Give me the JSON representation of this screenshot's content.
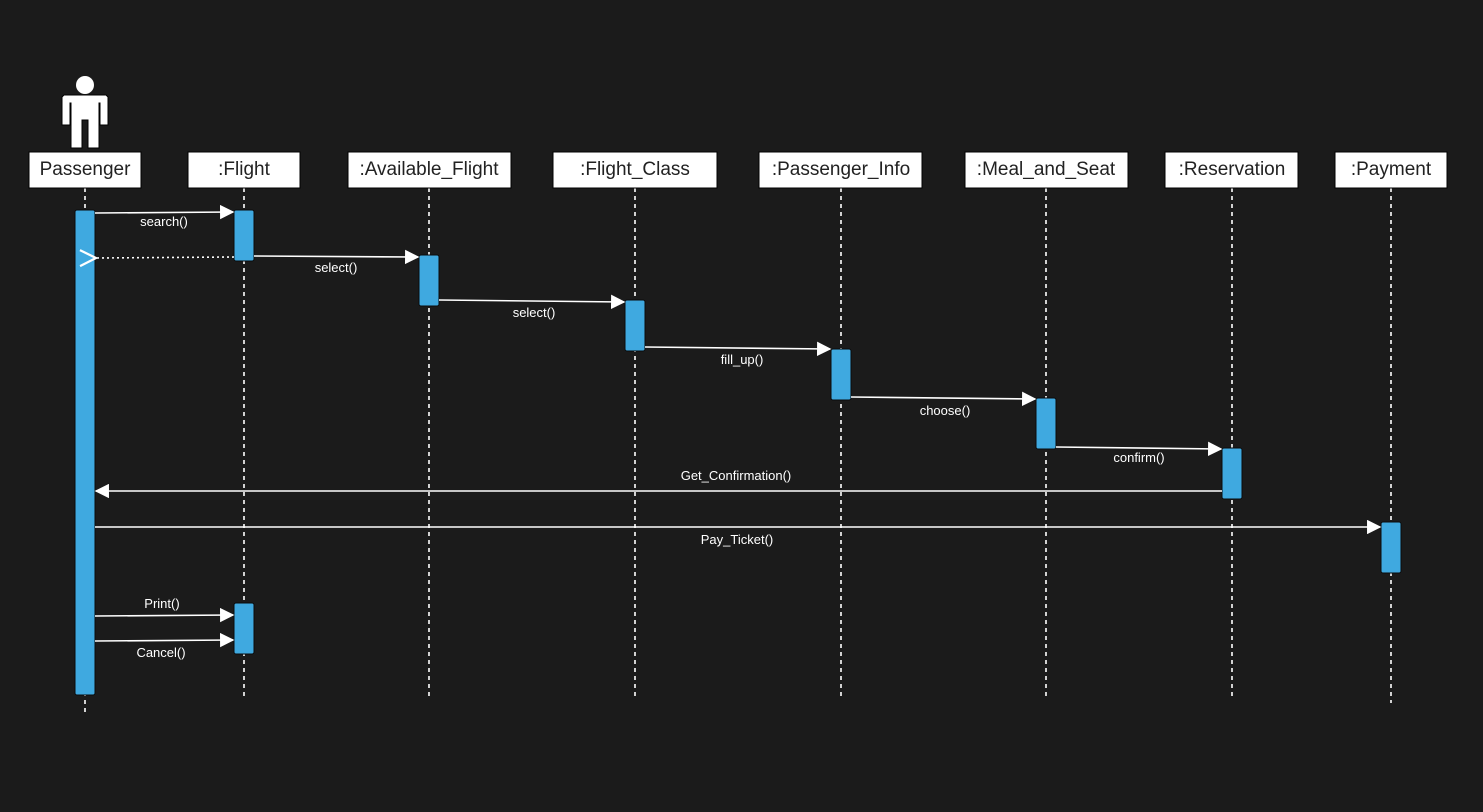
{
  "colors": {
    "background": "#1b1b1b",
    "box_fill": "#ffffff",
    "box_stroke": "#000000",
    "box_text": "#222222",
    "lifeline": "#ffffff",
    "activation_fill": "#3fa9e0",
    "activation_stroke": "#0b0b0b",
    "message": "#ffffff"
  },
  "actor": {
    "icon": "person-icon"
  },
  "participants": [
    {
      "id": "passenger",
      "label": "Passenger"
    },
    {
      "id": "flight",
      "label": ":Flight"
    },
    {
      "id": "available_flight",
      "label": ":Available_Flight"
    },
    {
      "id": "flight_class",
      "label": ":Flight_Class"
    },
    {
      "id": "passenger_info",
      "label": ":Passenger_Info"
    },
    {
      "id": "meal_and_seat",
      "label": ":Meal_and_Seat"
    },
    {
      "id": "reservation",
      "label": ":Reservation"
    },
    {
      "id": "payment",
      "label": ":Payment"
    }
  ],
  "messages": [
    {
      "from": "passenger",
      "to": "flight",
      "label": "search()",
      "type": "sync"
    },
    {
      "from": "flight",
      "to": "passenger",
      "label": "",
      "type": "return"
    },
    {
      "from": "flight",
      "to": "available_flight",
      "label": "select()",
      "type": "sync"
    },
    {
      "from": "available_flight",
      "to": "flight_class",
      "label": "select()",
      "type": "sync"
    },
    {
      "from": "flight_class",
      "to": "passenger_info",
      "label": "fill_up()",
      "type": "sync"
    },
    {
      "from": "passenger_info",
      "to": "meal_and_seat",
      "label": "choose()",
      "type": "sync"
    },
    {
      "from": "meal_and_seat",
      "to": "reservation",
      "label": "confirm()",
      "type": "sync"
    },
    {
      "from": "reservation",
      "to": "passenger",
      "label": "Get_Confirmation()",
      "type": "sync"
    },
    {
      "from": "passenger",
      "to": "payment",
      "label": "Pay_Ticket()",
      "type": "sync"
    },
    {
      "from": "passenger",
      "to": "flight",
      "label": "Print()",
      "type": "sync"
    },
    {
      "from": "passenger",
      "to": "flight",
      "label": "Cancel()",
      "type": "sync"
    }
  ]
}
